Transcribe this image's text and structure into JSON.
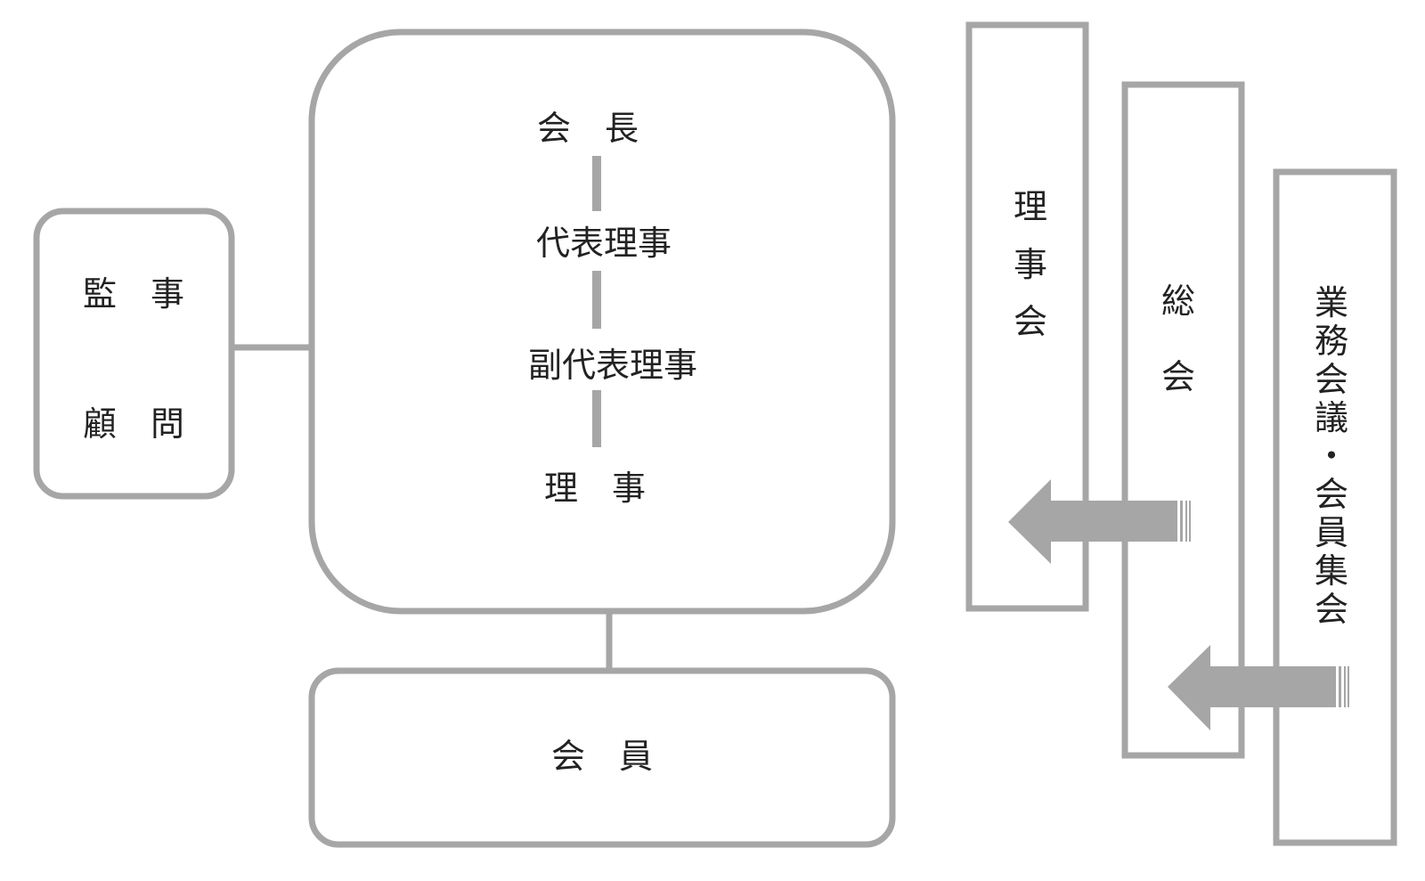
{
  "colors": {
    "line": "#a6a6a6",
    "text": "#222222"
  },
  "advisors_box": {
    "line1": "監　事",
    "line2": "顧　問"
  },
  "leadership_box": {
    "roles": [
      "会　長",
      "代表理事",
      "副代表理事",
      "理　事"
    ]
  },
  "members_box": {
    "label": "会　員"
  },
  "meetings": [
    {
      "label": [
        "理",
        "事",
        "会"
      ]
    },
    {
      "label": [
        "総",
        "会"
      ]
    },
    {
      "label": [
        "業",
        "務",
        "会",
        "議",
        "・",
        "会",
        "員",
        "集",
        "会"
      ]
    }
  ]
}
